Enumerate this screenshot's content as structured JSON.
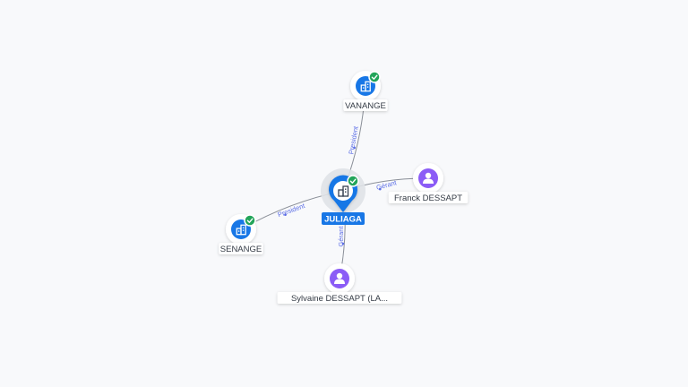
{
  "colors": {
    "company": "#1877e6",
    "person": "#8b5cf6",
    "check": "#23a55a",
    "edge": "#8a8f98",
    "edge_label": "#5c6ee6"
  },
  "nodes": [
    {
      "id": "juliaga",
      "label": "JULIAGA",
      "kind": "company",
      "icon": "building-icon",
      "verified": true,
      "center": true
    },
    {
      "id": "vanange",
      "label": "VANANGE",
      "kind": "company",
      "icon": "building-icon",
      "verified": true
    },
    {
      "id": "senange",
      "label": "SENANGE",
      "kind": "company",
      "icon": "building-icon",
      "verified": true
    },
    {
      "id": "franck",
      "label": "Franck DESSAPT",
      "kind": "person",
      "icon": "person-icon"
    },
    {
      "id": "sylvaine",
      "label": "Sylvaine DESSAPT (LA...",
      "kind": "person",
      "icon": "person-icon"
    }
  ],
  "edges": [
    {
      "from": "juliaga",
      "to": "vanange",
      "label": "President"
    },
    {
      "from": "juliaga",
      "to": "senange",
      "label": "President"
    },
    {
      "from": "franck",
      "to": "juliaga",
      "label": "Gérant"
    },
    {
      "from": "sylvaine",
      "to": "juliaga",
      "label": "Gérant"
    }
  ]
}
